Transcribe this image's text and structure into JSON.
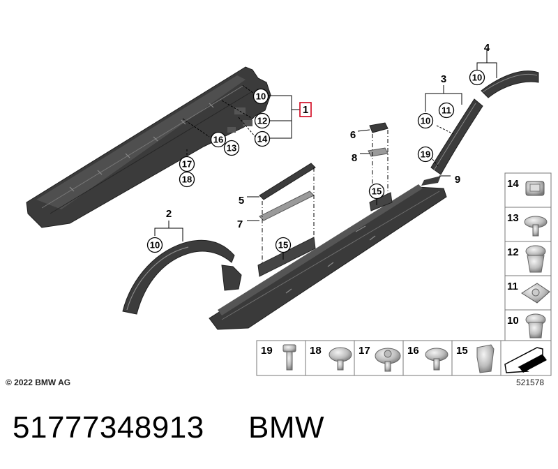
{
  "diagram": {
    "callouts": [
      {
        "id": "c-10-a",
        "label": "10"
      },
      {
        "id": "c-12",
        "label": "12"
      },
      {
        "id": "c-14",
        "label": "14"
      },
      {
        "id": "c-16",
        "label": "16"
      },
      {
        "id": "c-13",
        "label": "13"
      },
      {
        "id": "c-17",
        "label": "17"
      },
      {
        "id": "c-18",
        "label": "18"
      },
      {
        "id": "c-10-b",
        "label": "10"
      },
      {
        "id": "c-11",
        "label": "11"
      },
      {
        "id": "c-10-c",
        "label": "10"
      },
      {
        "id": "c-19",
        "label": "19"
      },
      {
        "id": "c-15-a",
        "label": "15"
      },
      {
        "id": "c-15-b",
        "label": "15"
      },
      {
        "id": "c-10-d",
        "label": "10"
      }
    ],
    "part_labels": [
      {
        "id": "p-1",
        "label": "1",
        "highlighted": true
      },
      {
        "id": "p-2",
        "label": "2"
      },
      {
        "id": "p-3",
        "label": "3"
      },
      {
        "id": "p-4",
        "label": "4"
      },
      {
        "id": "p-5",
        "label": "5"
      },
      {
        "id": "p-6",
        "label": "6"
      },
      {
        "id": "p-7",
        "label": "7"
      },
      {
        "id": "p-8",
        "label": "8"
      },
      {
        "id": "p-9",
        "label": "9"
      }
    ],
    "legend_right": [
      "14",
      "13",
      "12",
      "11",
      "10"
    ],
    "legend_bottom": [
      "19",
      "18",
      "17",
      "16",
      "15"
    ],
    "highlight_color": "#d0021b",
    "part_color": "#3c3c3c"
  },
  "footer": {
    "copyright": "© 2022 BMW AG",
    "diagram_number": "521578",
    "part_number": "51777348913",
    "brand": "BMW"
  }
}
